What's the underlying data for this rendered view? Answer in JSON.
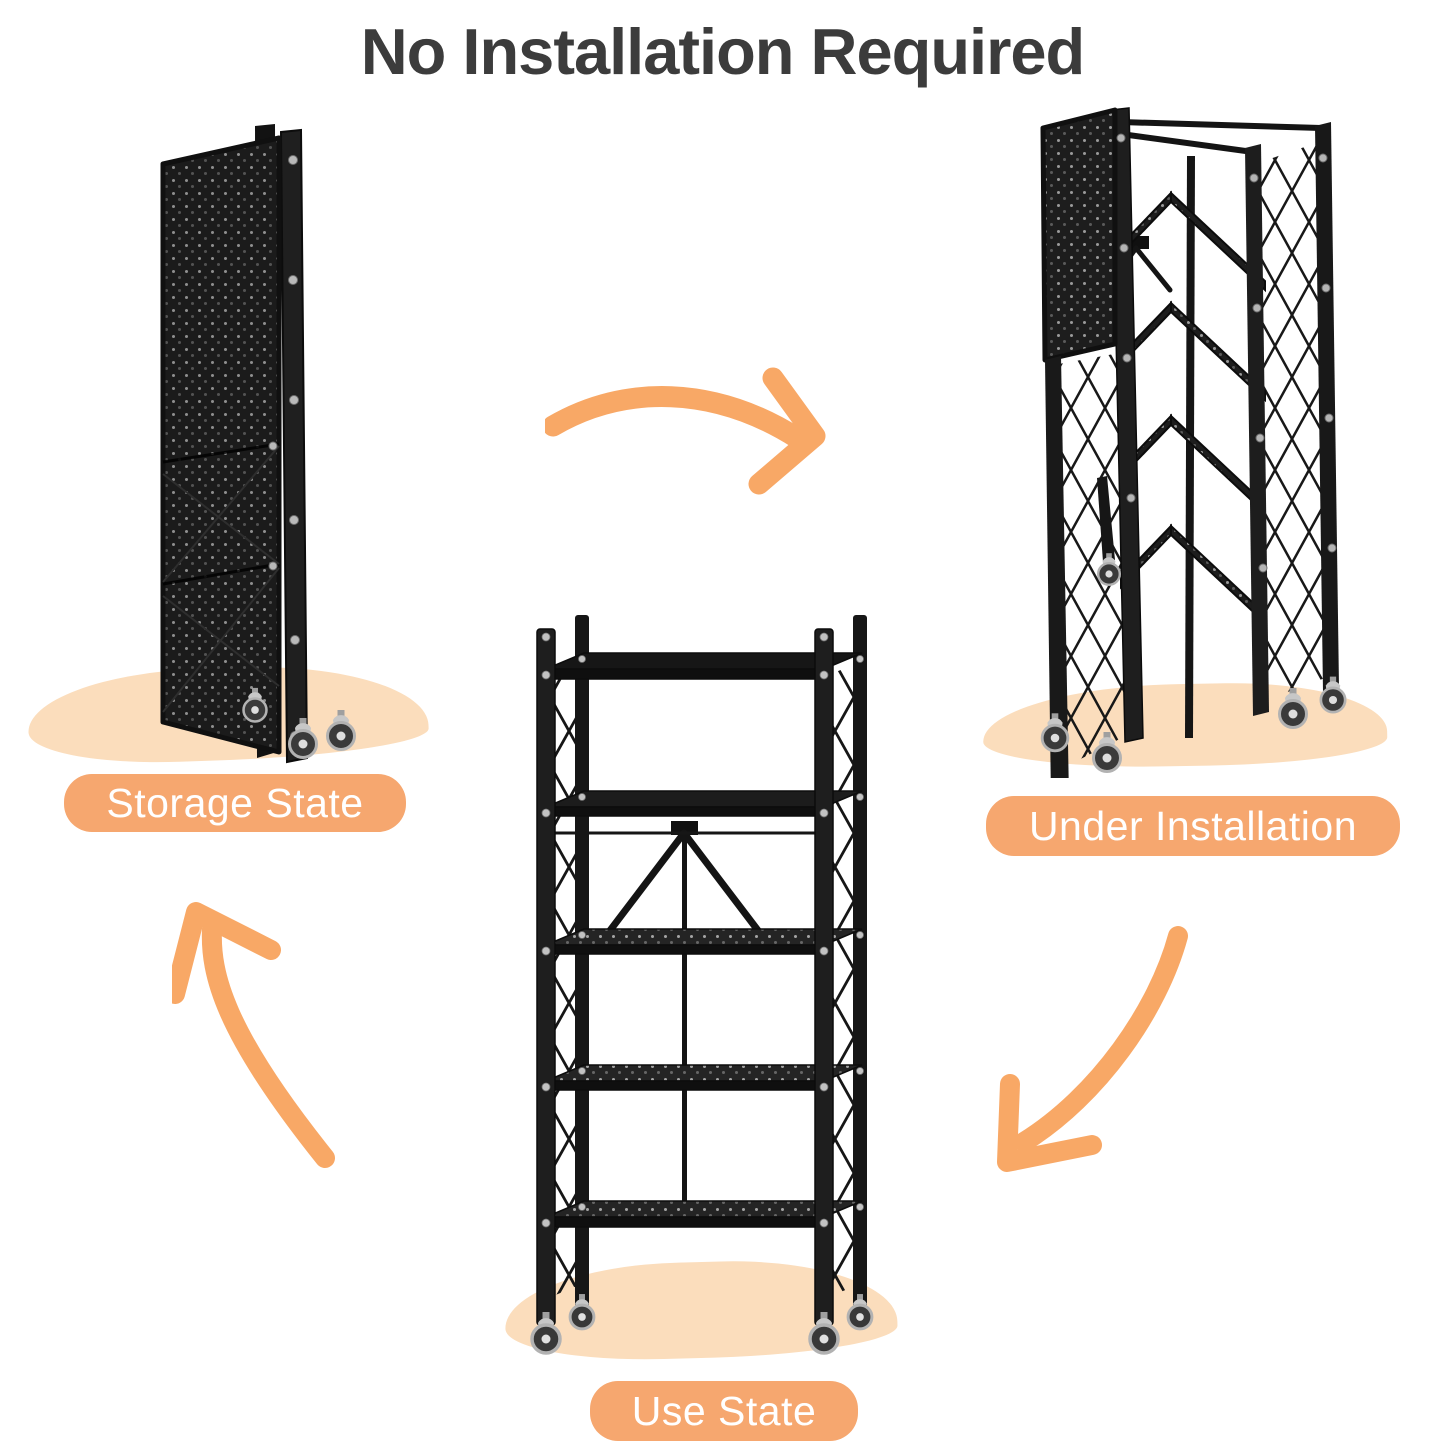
{
  "title": "No Installation Required",
  "stages": {
    "storage": {
      "label": "Storage State"
    },
    "under_installation": {
      "label": "Under Installation"
    },
    "use": {
      "label": "Use State"
    }
  },
  "icons": {
    "top_arrow": "hand-drawn-curved-arrow-right",
    "right_arrow": "hand-drawn-curved-arrow-down-left",
    "left_arrow": "hand-drawn-curved-arrow-up-left",
    "product": "black-foldable-5-tier-metal-shelf-with-casters"
  },
  "colors": {
    "label_background_orange": "#F6A76F",
    "arrow_orange": "#F8A866",
    "floor_shadow_peach": "#FBDDBC",
    "title_text": "#3C3C3C",
    "label_text": "#FFFFFF",
    "shelf_black": "#1C1C1C",
    "caster_silver": "#B5B5B5"
  }
}
